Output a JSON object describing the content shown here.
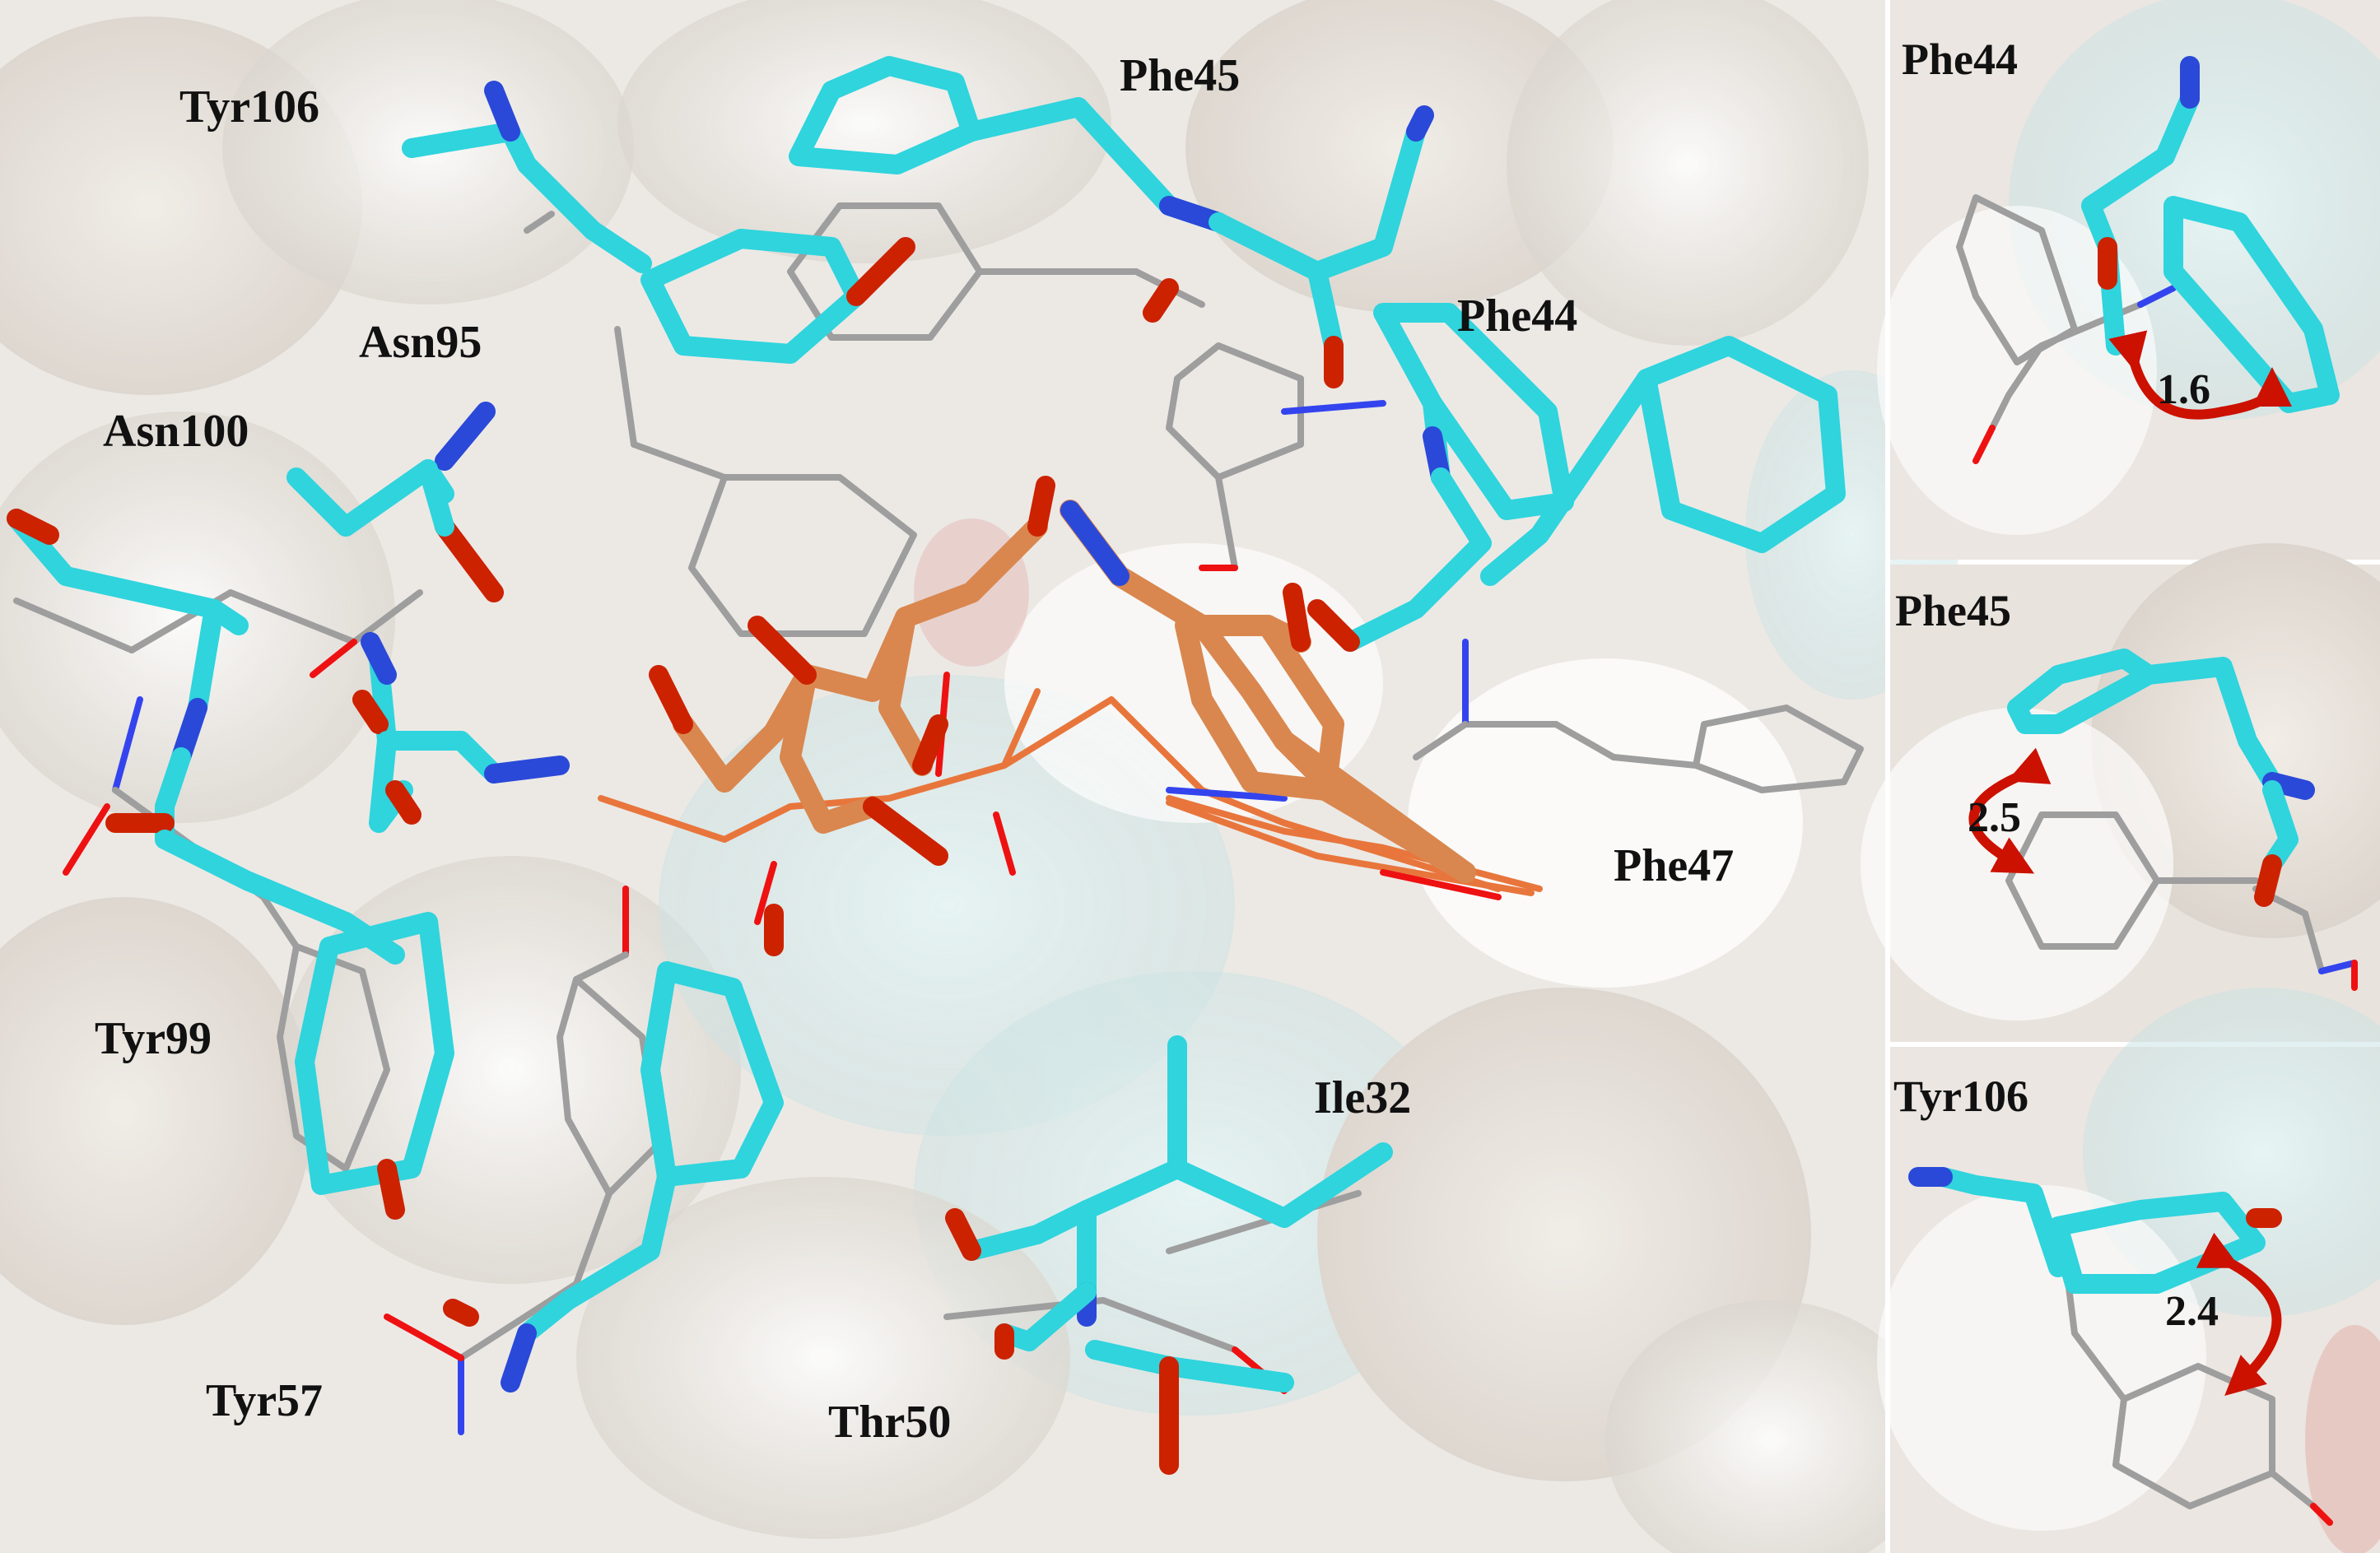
{
  "labels": {
    "tyr106": "Tyr106",
    "phe45": "Phe45",
    "asn95": "Asn95",
    "phe44": "Phe44",
    "asn100": "Asn100",
    "phe47": "Phe47",
    "tyr99": "Tyr99",
    "ile32": "Ile32",
    "tyr57": "Tyr57",
    "thr50": "Thr50"
  },
  "insets": [
    {
      "label": "Phe44",
      "value": "1.6"
    },
    {
      "label": "Phe45",
      "value": "2.5"
    },
    {
      "label": "Tyr106",
      "value": "2.4"
    }
  ],
  "colors": {
    "carbon_residue": "#2fd4dd",
    "oxygen": "#cc2200",
    "nitrogen": "#2a49d8",
    "ligand": "#d9874f",
    "reference_wire": "#9e9e9e",
    "arrow": "#cc1100"
  }
}
